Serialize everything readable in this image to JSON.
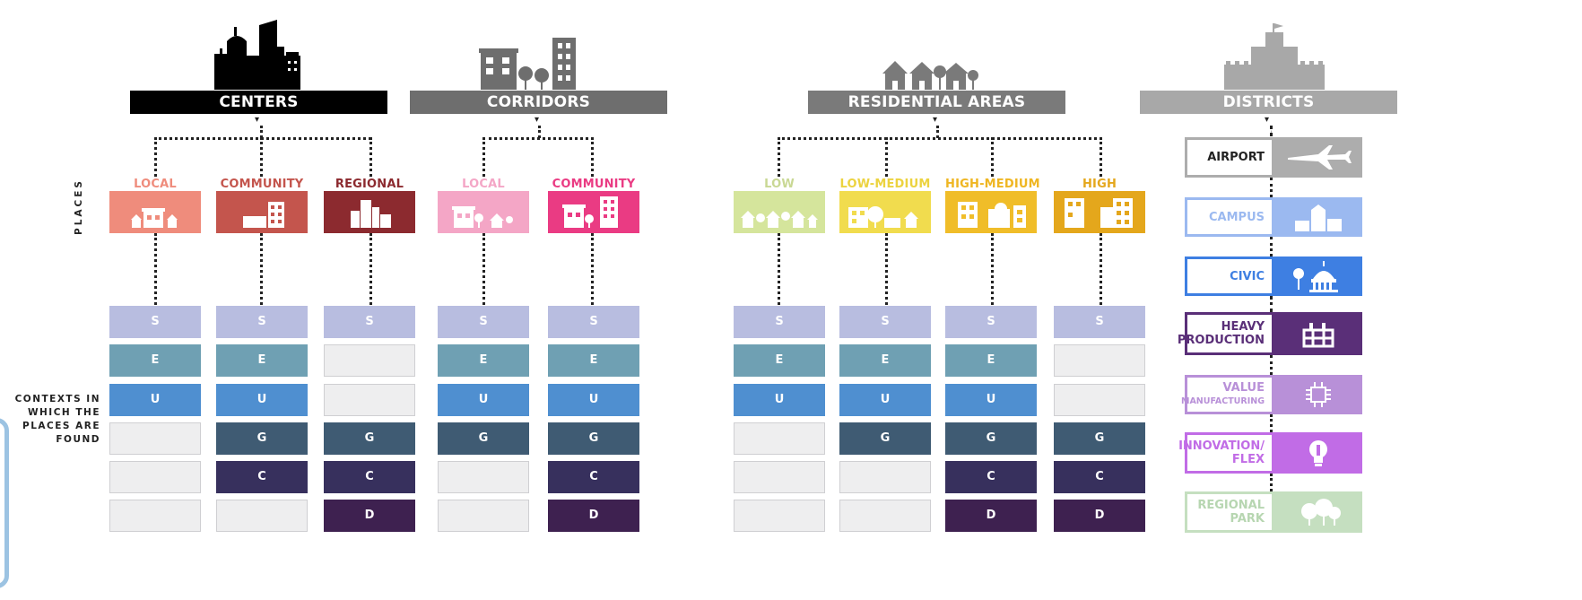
{
  "groups": {
    "centers": "CENTERS",
    "corridors": "CORRIDORS",
    "residential": "RESIDENTIAL AREAS",
    "districts": "DISTRICTS"
  },
  "side": {
    "places": "PLACES",
    "contexts_1": "CONTEXTS IN",
    "contexts_2": "WHICH THE",
    "contexts_3": "PLACES ARE",
    "contexts_4": "FOUND"
  },
  "places": {
    "c_local": "LOCAL",
    "c_community": "COMMUNITY",
    "c_regional": "REGIONAL",
    "r_local": "LOCAL",
    "r_community": "COMMUNITY",
    "res_low": "LOW",
    "res_lowmed": "LOW-MEDIUM",
    "res_highmed": "HIGH-MEDIUM",
    "res_high": "HIGH"
  },
  "contexts": {
    "s": "S",
    "e": "E",
    "u": "U",
    "g": "G",
    "c": "C",
    "d": "D"
  },
  "districts": {
    "airport": "AIRPORT",
    "campus": "CAMPUS",
    "civic": "CIVIC",
    "heavy_1": "HEAVY",
    "heavy_2": "PRODUCTION",
    "value_1": "VALUE",
    "value_2": "MANUFACTURING",
    "innov_1": "INNOVATION/",
    "innov_2": "FLEX",
    "park_1": "REGIONAL",
    "park_2": "PARK"
  },
  "icons": {
    "centers": "city-skyline-icon",
    "corridors": "corridor-buildings-icon",
    "residential": "houses-icon",
    "districts": "castle-icon",
    "airport": "airplane-icon",
    "campus": "campus-buildings-icon",
    "civic": "capitol-dome-icon",
    "heavy_production": "factory-icon",
    "value_manufacturing": "circuit-chip-icon",
    "innovation_flex": "lightbulb-icon",
    "regional_park": "trees-icon"
  },
  "colors": {
    "centers_band": "#000000",
    "corridors_band": "#6e6e6e",
    "residential_band": "#7a7a7a",
    "districts_band": "#a8a8a8",
    "c_local": "#ef8c7c",
    "c_community": "#c4554d",
    "c_regional": "#8c2a2f",
    "r_local": "#f4a6c6",
    "r_community": "#ea3b83",
    "res_low": "#d5e59c",
    "res_lowmed": "#f1dc4e",
    "res_highmed": "#f0bd29",
    "res_high": "#e4a71c",
    "ctx_s": "#b8bde0",
    "ctx_e": "#6fa0b3",
    "ctx_u": "#4f8fd0",
    "ctx_g": "#3f5b73",
    "ctx_c": "#37305d",
    "ctx_d": "#3e2150",
    "airport": "#adadad",
    "campus": "#9bb9f0",
    "civic": "#3e7fe2",
    "heavy_production": "#5a2f78",
    "value_manufacturing": "#b890d8",
    "innovation_flex": "#c16ce6",
    "regional_park": "#c5dfc0"
  }
}
